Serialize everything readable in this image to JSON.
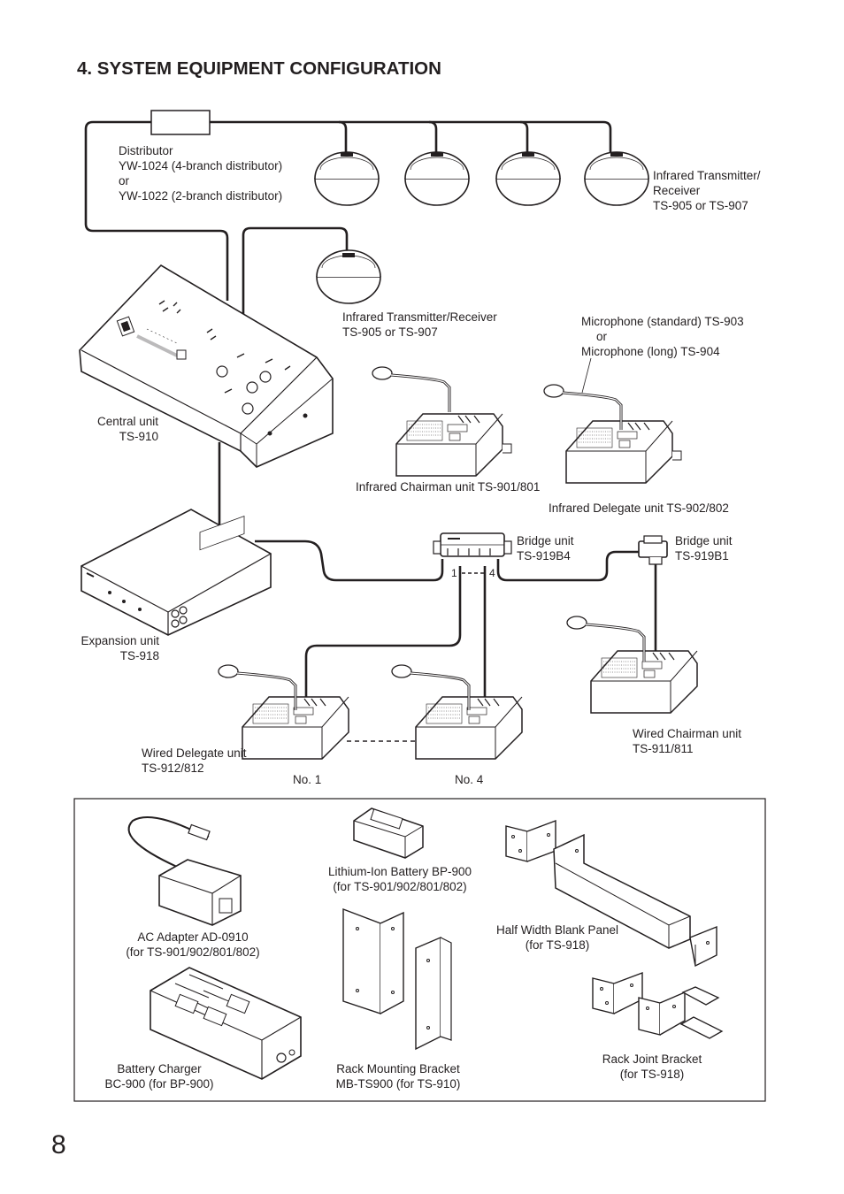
{
  "heading": "4. SYSTEM EQUIPMENT CONFIGURATION",
  "page_number": "8",
  "labels": {
    "distributor": [
      "Distributor",
      "YW-1024 (4-branch distributor)",
      "or",
      "YW-1022 (2-branch distributor)"
    ],
    "ir_transceiver_right": [
      "Infrared Transmitter/",
      "Receiver",
      "TS-905 or TS-907"
    ],
    "ir_transceiver_mid": [
      "Infrared Transmitter/Receiver",
      "TS-905 or TS-907"
    ],
    "microphone": [
      "Microphone (standard) TS-903",
      "or",
      "Microphone (long) TS-904"
    ],
    "central_unit": [
      "Central unit",
      "TS-910"
    ],
    "ir_chairman": "Infrared Chairman unit TS-901/801",
    "ir_delegate": "Infrared Delegate unit TS-902/802",
    "bridge_b4": [
      "Bridge unit",
      "TS-919B4"
    ],
    "bridge_b1": [
      "Bridge unit",
      "TS-919B1"
    ],
    "expansion_unit": [
      "Expansion unit",
      "TS-918"
    ],
    "wired_delegate": [
      "Wired Delegate unit",
      "TS-912/812"
    ],
    "wired_chairman": [
      "Wired Chairman unit",
      "TS-911/811"
    ],
    "no1": "No. 1",
    "no4": "No. 4",
    "port_1": "1",
    "port_4": "4"
  },
  "accessories": {
    "battery": [
      "Lithium-Ion Battery BP-900",
      "(for TS-901/902/801/802)"
    ],
    "ac_adapter": [
      "AC Adapter AD-0910",
      "(for TS-901/902/801/802)"
    ],
    "blank_panel": [
      "Half Width Blank Panel",
      "(for TS-918)"
    ],
    "charger": [
      "Battery Charger",
      "BC-900 (for BP-900)"
    ],
    "rack_bracket": [
      "Rack Mounting Bracket",
      "MB-TS900 (for TS-910)"
    ],
    "joint_bracket": [
      "Rack Joint Bracket",
      "(for TS-918)"
    ]
  }
}
